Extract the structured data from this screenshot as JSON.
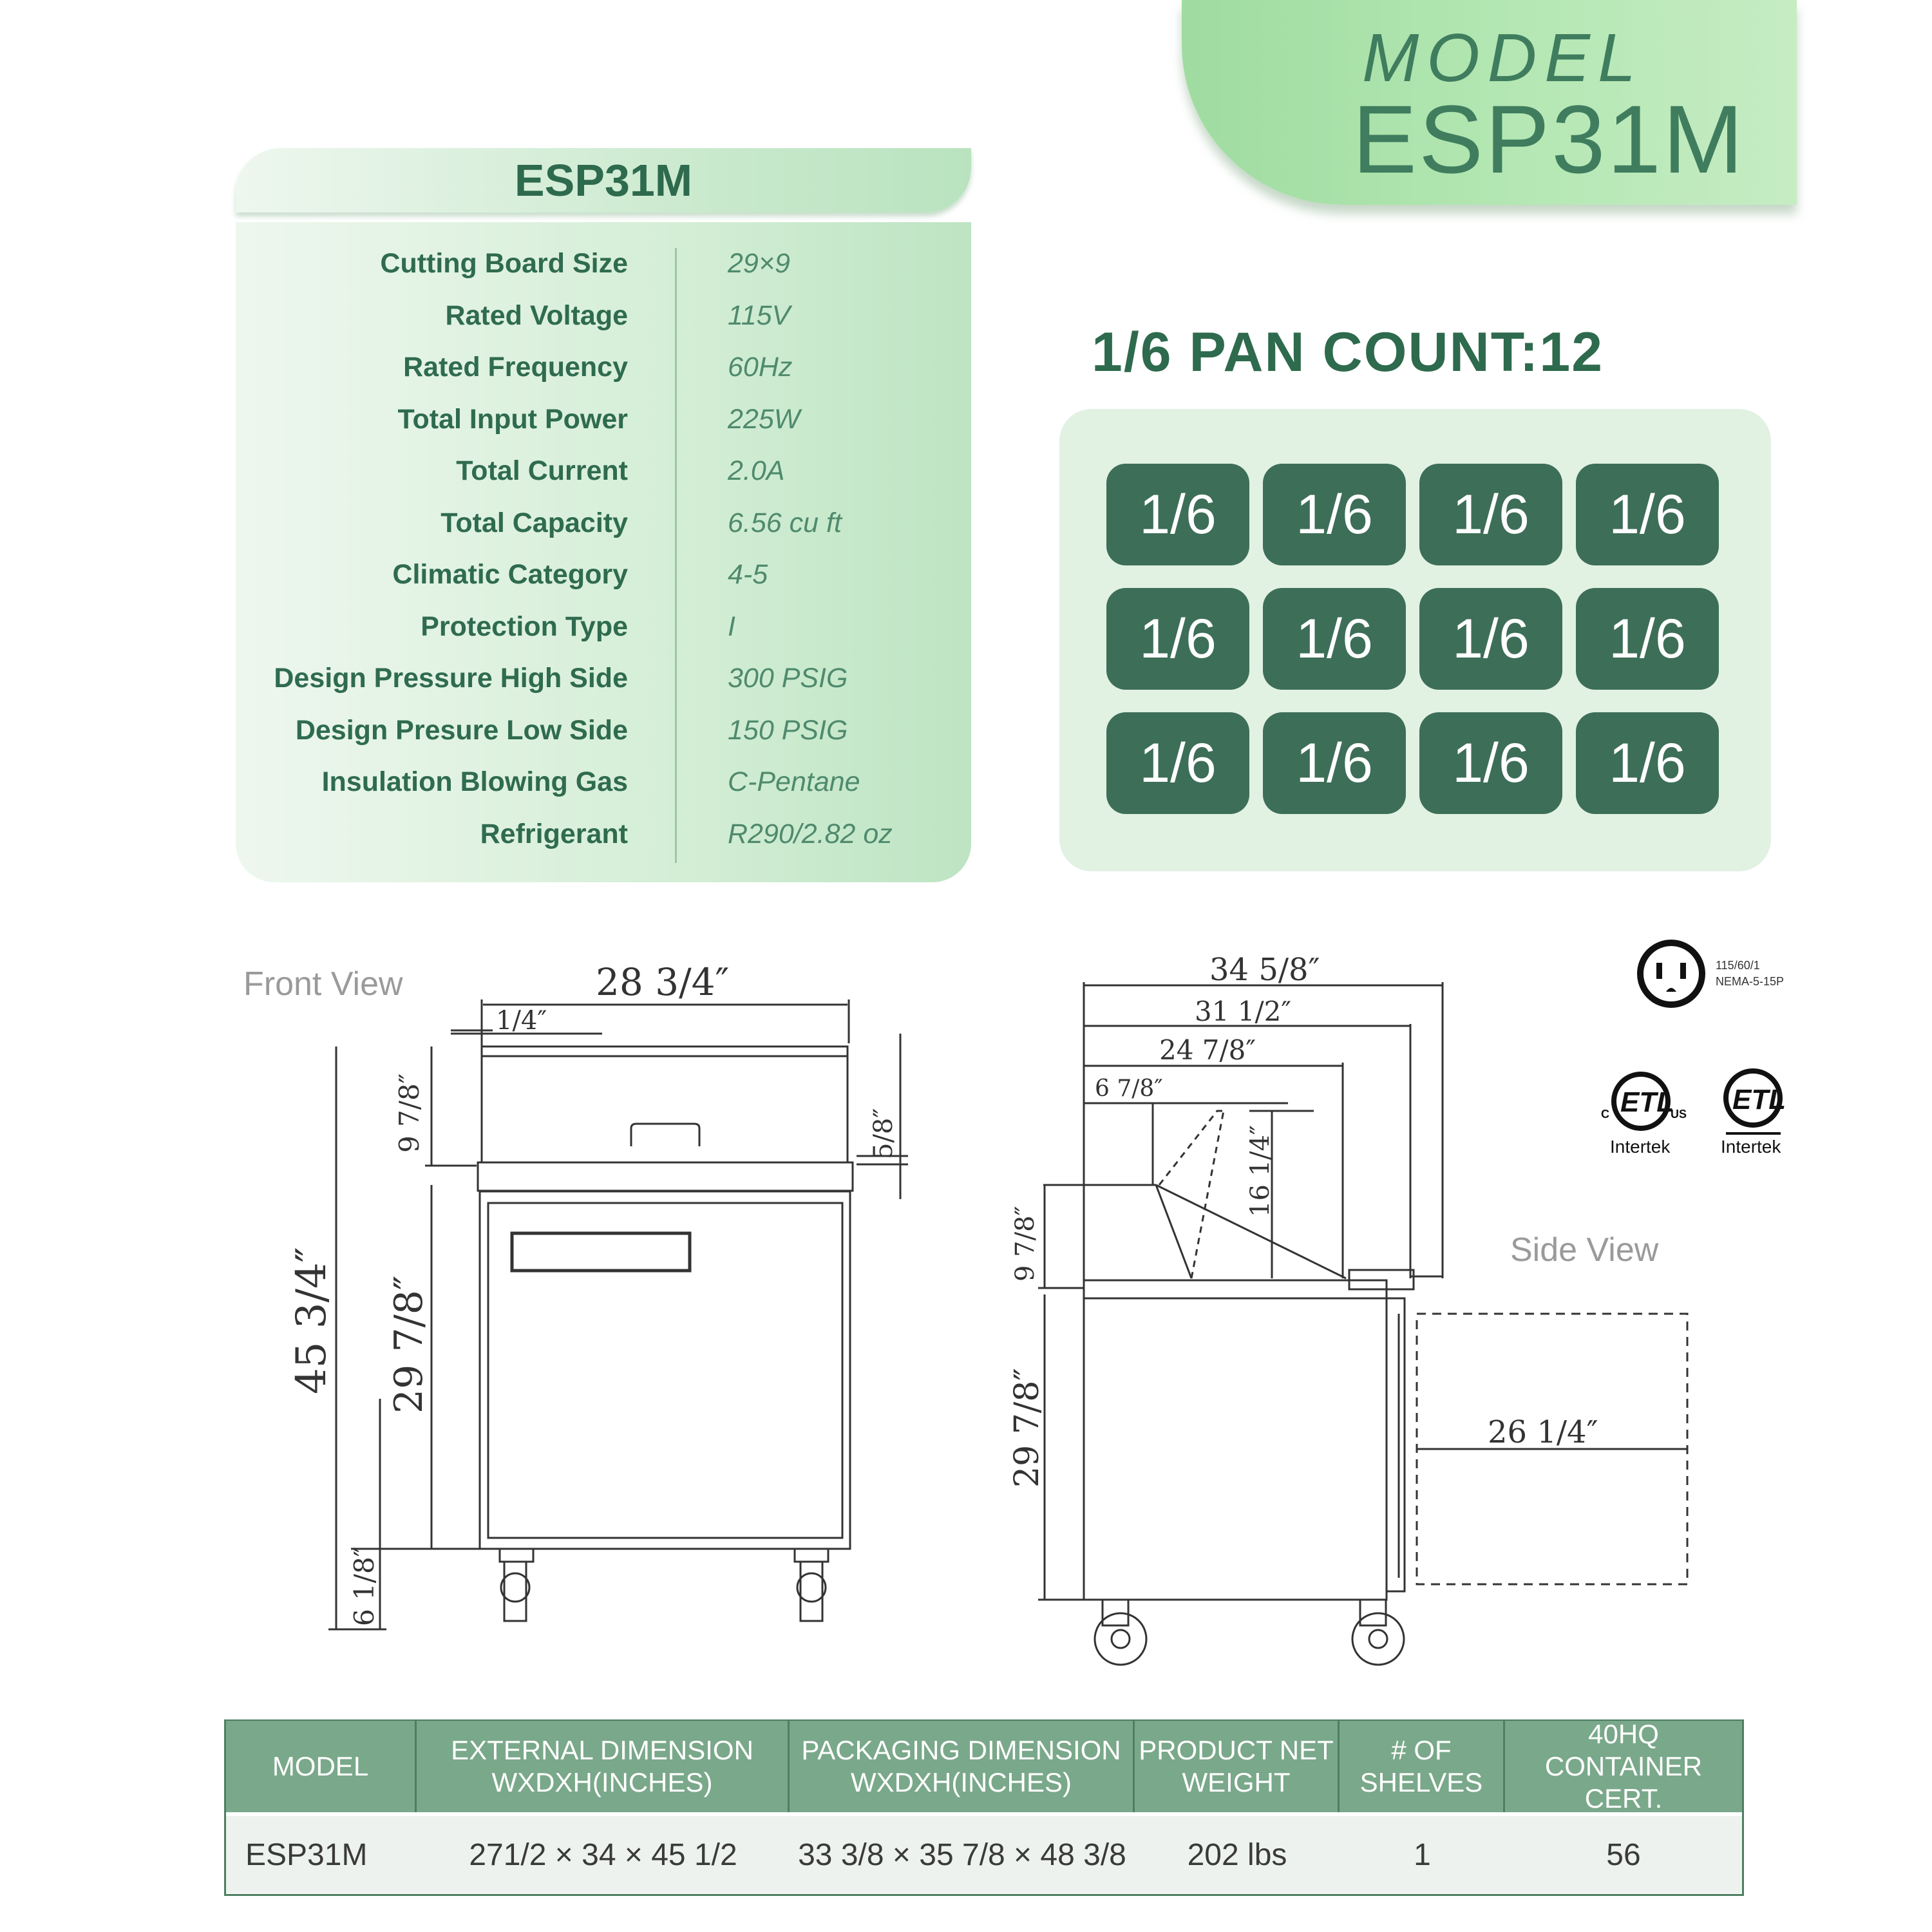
{
  "banner": {
    "label": "MODEL",
    "model": "ESP31M"
  },
  "spec_table": {
    "title": "ESP31M",
    "rows": [
      {
        "label": "Cutting Board Size",
        "value": "29×9"
      },
      {
        "label": "Rated Voltage",
        "value": "115V"
      },
      {
        "label": "Rated Frequency",
        "value": "60Hz"
      },
      {
        "label": "Total Input Power",
        "value": "225W"
      },
      {
        "label": "Total Current",
        "value": "2.0A"
      },
      {
        "label": "Total Capacity",
        "value": "6.56 cu ft"
      },
      {
        "label": "Climatic Category",
        "value": "4-5"
      },
      {
        "label": "Protection Type",
        "value": "I"
      },
      {
        "label": "Design Pressure High Side",
        "value": "300 PSIG"
      },
      {
        "label": "Design Presure Low Side",
        "value": "150 PSIG"
      },
      {
        "label": "Insulation Blowing Gas",
        "value": "C-Pentane"
      },
      {
        "label": "Refrigerant",
        "value": "R290/2.82 oz"
      }
    ]
  },
  "pan": {
    "title": "1/6 PAN COUNT:12",
    "pans": [
      "1/6",
      "1/6",
      "1/6",
      "1/6",
      "1/6",
      "1/6",
      "1/6",
      "1/6",
      "1/6",
      "1/6",
      "1/6",
      "1/6"
    ]
  },
  "drawings": {
    "front_label": "Front View",
    "side_label": "Side View",
    "front_dims": {
      "width": "28  3/4″",
      "quarter": "1/4″",
      "top_h": "9  7/8″",
      "five_eighths": "5/8″",
      "total_h": "45  3/4″",
      "body_h": "29  7/8″",
      "caster_h": "6  1/8″"
    },
    "side_dims": {
      "d1": "34  5/8″",
      "d2": "31  1/2″",
      "d3": "24  7/8″",
      "d4": "6  7/8″",
      "lid": "16  1/4″",
      "top_h": "9  7/8″",
      "body_h": "29  7/8″",
      "door": "26  1/4″"
    },
    "plug_text_1": "115/60/1",
    "plug_text_2": "NEMA-5-15P",
    "cert_1": "Intertek",
    "cert_2": "Intertek",
    "etl_mark": "ETL",
    "etl_c": "C",
    "etl_us": "US"
  },
  "bottom_table": {
    "headers": [
      [
        "MODEL"
      ],
      [
        "EXTERNAL DIMENSION",
        "WXDXH(INCHES)"
      ],
      [
        "PACKAGING DIMENSION",
        "WXDXH(INCHES)"
      ],
      [
        "PRODUCT NET",
        "WEIGHT"
      ],
      [
        "# OF",
        "SHELVES"
      ],
      [
        "40HQ",
        "CONTAINER CERT."
      ]
    ],
    "row": [
      "ESP31M",
      "271/2  × 34 × 45 1/2",
      "33 3/8 × 35 7/8 × 48 3/8",
      "202 lbs",
      "1",
      "56"
    ]
  },
  "colors": {
    "banner_green": "#b6e8b5",
    "dark_green": "#3d6e58",
    "header_green": "#7aa88a",
    "text_green": "#2f6b4f"
  }
}
